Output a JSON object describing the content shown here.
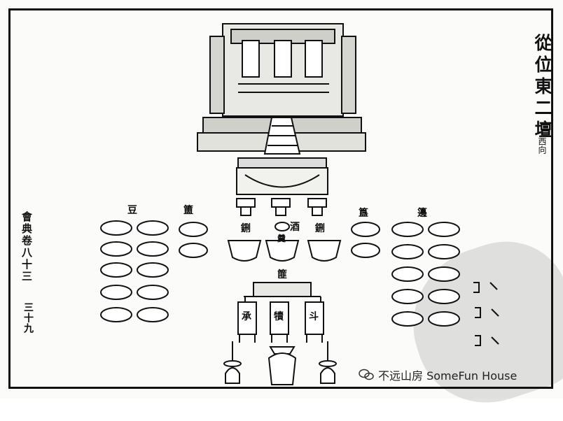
{
  "title": "從位東二壇",
  "subtitle": "西向",
  "side_note": "會典卷八十三",
  "page_number": "三十九",
  "vessel_labels": {
    "dou": "豆",
    "fu": "簠",
    "gui": "簋",
    "bian": "籩",
    "deng_left": "鉶",
    "deng_right": "鉶",
    "tray": "篚",
    "wine": "酒",
    "bowl_center": "羹"
  },
  "offering_cards": [
    "承",
    "犢",
    "斗"
  ],
  "watermark": "不远山房 SomeFun House"
}
